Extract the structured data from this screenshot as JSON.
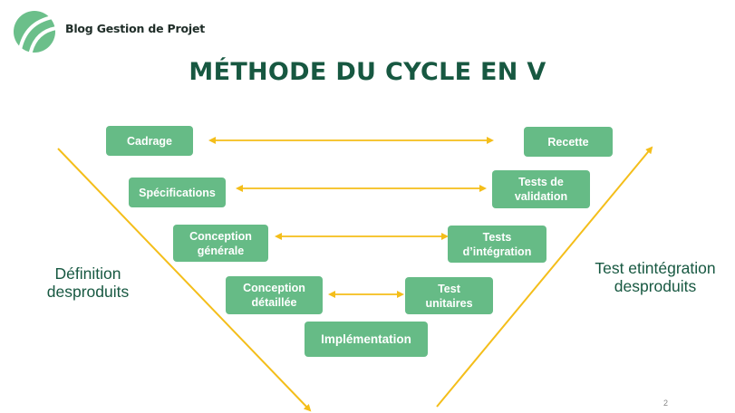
{
  "header": {
    "brand_name": "Blog Gestion de Projet"
  },
  "title": "MÉTHODE DU CYCLE EN V",
  "colors": {
    "box_fill": "#66bb86",
    "arrow": "#f4be1a",
    "title": "#175841",
    "logo": "#6bbf8a"
  },
  "left_phases": {
    "cadrage": {
      "lines": [
        "Cadrage"
      ]
    },
    "specifications": {
      "lines": [
        "Spécifications"
      ]
    },
    "conception_generale": {
      "lines": [
        "Conception",
        "générale"
      ]
    },
    "conception_detaillee": {
      "lines": [
        "Conception",
        "détaillée"
      ]
    }
  },
  "right_phases": {
    "recette": {
      "lines": [
        "Recette"
      ]
    },
    "tests_validation": {
      "lines": [
        "Tests de",
        "validation"
      ]
    },
    "tests_integration": {
      "lines": [
        "Tests",
        "d’intégration"
      ]
    },
    "test_unitaires": {
      "lines": [
        "Test",
        "unitaires"
      ]
    }
  },
  "implementation": {
    "label": "Implémentation"
  },
  "side_labels": {
    "left": [
      "Définition des",
      "produits"
    ],
    "right": [
      "Test et",
      "intégration des",
      "produits"
    ]
  },
  "page_number": "2"
}
